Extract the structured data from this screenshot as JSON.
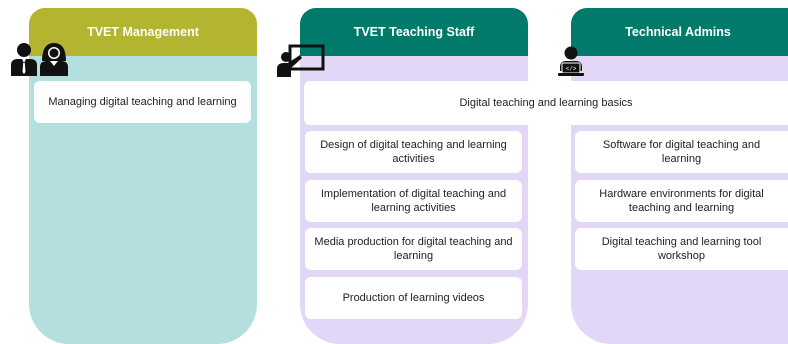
{
  "colors": {
    "management_header": "#b3b430",
    "management_body": "#b3e0df",
    "staff_header": "#017a6c",
    "staff_body": "#e3d7f7",
    "admins_header": "#017a6c",
    "admins_body": "#e3d7f7",
    "card": "#ffffff"
  },
  "management": {
    "title": "TVET Management",
    "icon": "business-people-icon",
    "cards": [
      "Managing digital teaching and learning"
    ]
  },
  "staff": {
    "title": "TVET Teaching Staff",
    "icon": "teacher-presentation-icon",
    "cards": [
      "Design of digital teaching and learning activities",
      "Implementation of digital teaching and learning activities",
      "Media production for digital teaching and learning",
      "Production of learning videos"
    ]
  },
  "admins": {
    "title": "Technical Admins",
    "icon": "developer-laptop-icon",
    "cards": [
      "Software for digital teaching and learning",
      "Hardware environments for digital teaching and learning",
      "Digital teaching and learning tool workshop"
    ]
  },
  "shared": {
    "basics": "Digital teaching and learning basics"
  }
}
